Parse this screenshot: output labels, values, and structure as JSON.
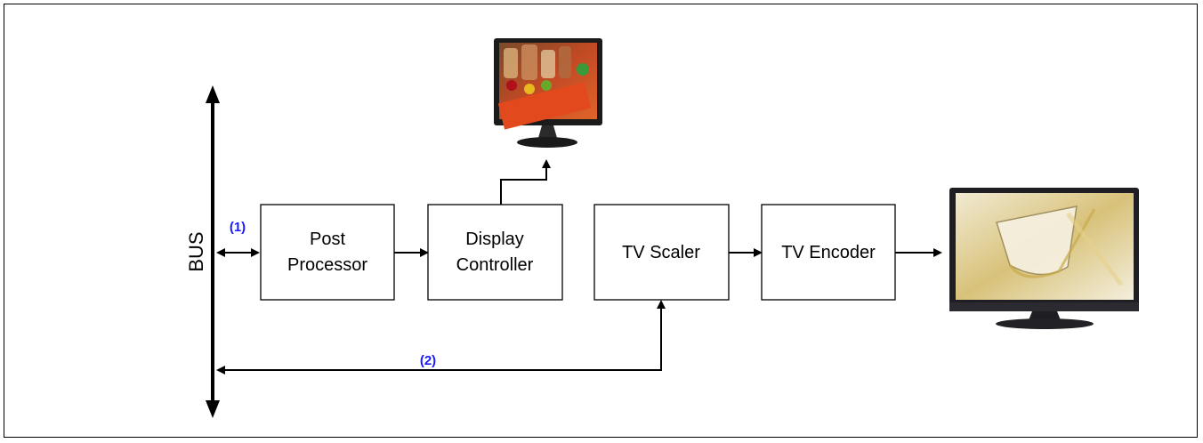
{
  "diagram": {
    "bus_label": "BUS",
    "path1_label": "(1)",
    "path2_label": "(2)",
    "blocks": {
      "post_processor": [
        "Post",
        "Processor"
      ],
      "display_controller": [
        "Display",
        "Controller"
      ],
      "tv_scaler": "TV Scaler",
      "tv_encoder": "TV Encoder"
    },
    "colors": {
      "lines": "#000000",
      "path_labels": "#1a1aff"
    },
    "images": {
      "lcd_monitor": "lcd-monitor-image",
      "tv": "flat-tv-image"
    }
  }
}
